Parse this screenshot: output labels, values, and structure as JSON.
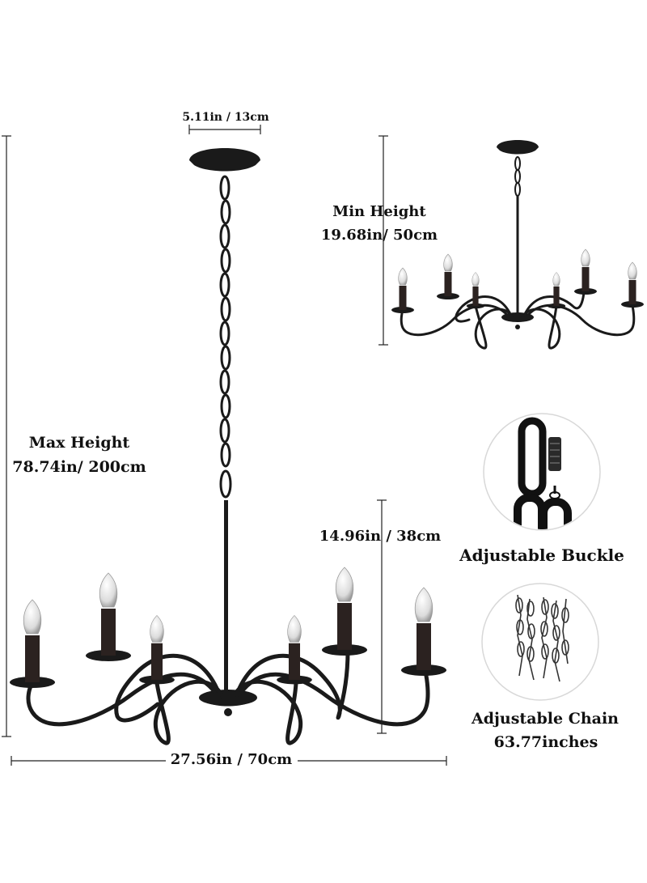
{
  "dimensions": {
    "canopy_width": "5.11in / 13cm",
    "max_height_title": "Max Height",
    "max_height_value": "78.74in/ 200cm",
    "min_height_title": "Min Height",
    "min_height_value": "19.68in/ 50cm",
    "body_height": "14.96in / 38cm",
    "total_width": "27.56in / 70cm"
  },
  "features": {
    "buckle_label": "Adjustable Buckle",
    "chain_label": "Adjustable Chain",
    "chain_length": "63.77inches"
  },
  "colors": {
    "metal": "#1a1a1a",
    "line": "#222222",
    "circle_border": "#d8d8d8",
    "bulb": "#eeeeee"
  }
}
